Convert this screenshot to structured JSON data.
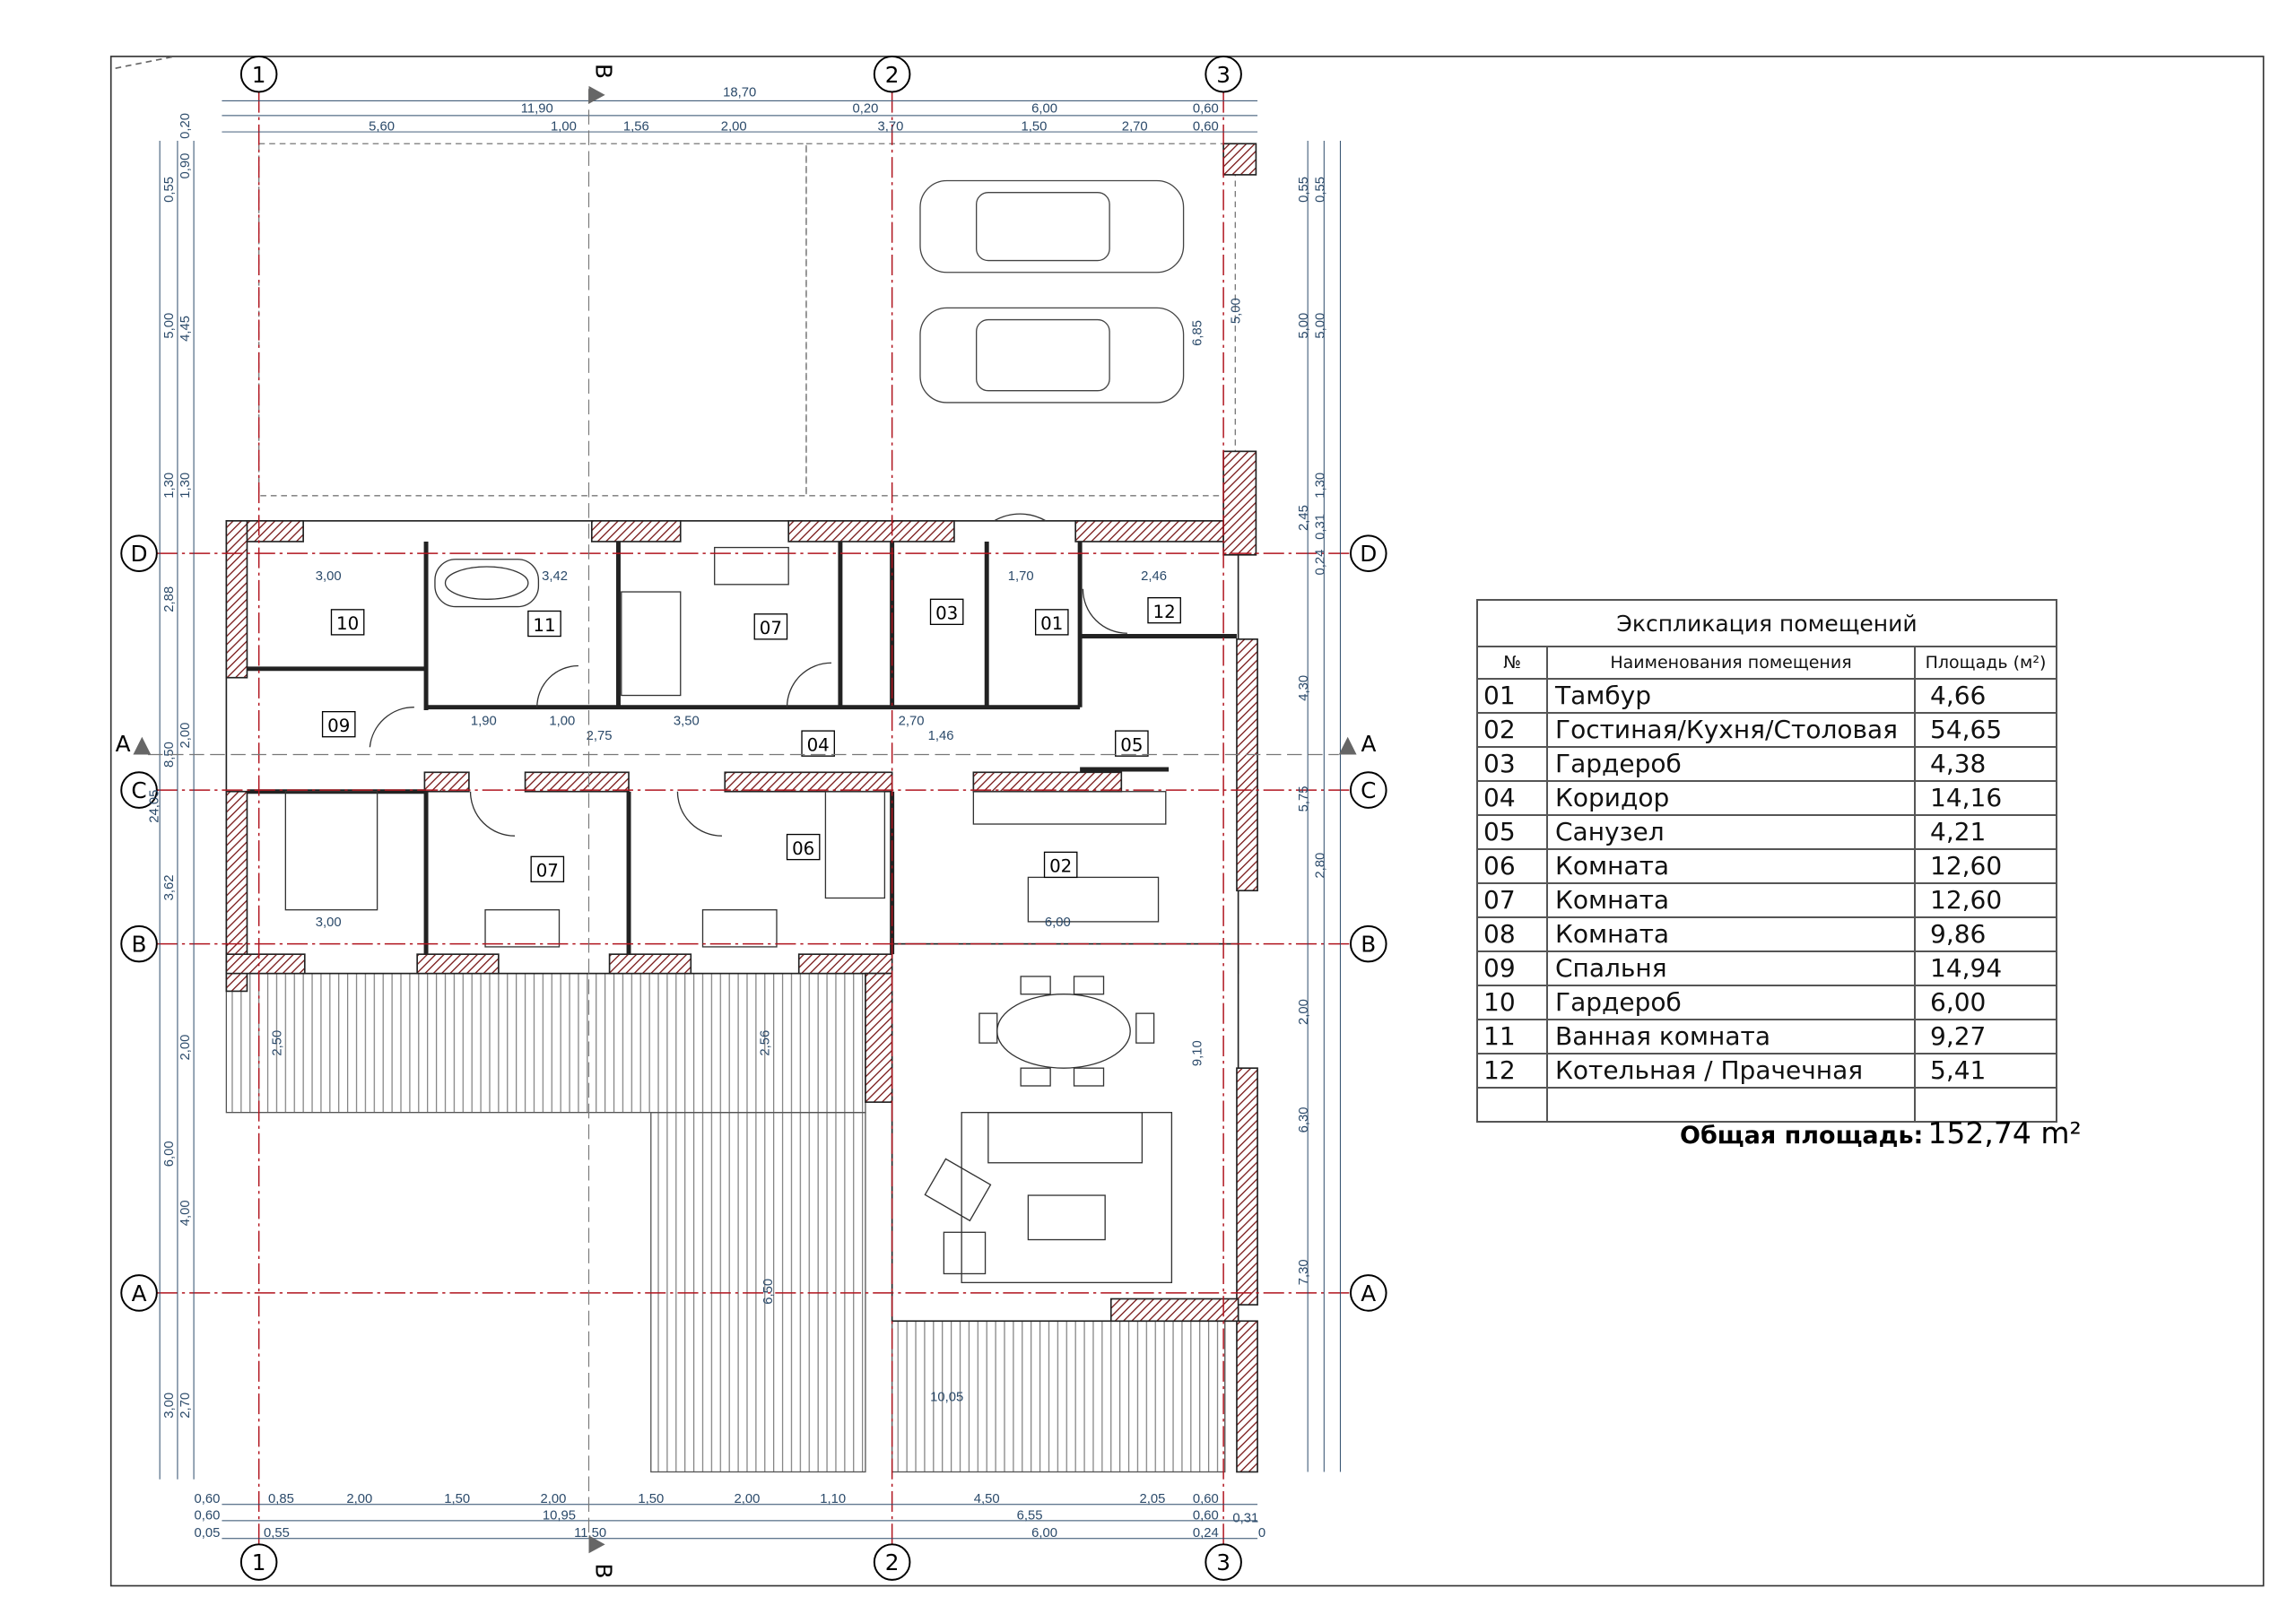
{
  "explication": {
    "title": "Экспликация помещений",
    "headers": {
      "num": "№",
      "name": "Наименования помещения",
      "area": "Площадь (м²)"
    },
    "rows": [
      {
        "num": "01",
        "name": "Тамбур",
        "area": "4,66"
      },
      {
        "num": "02",
        "name": "Гостиная/Кухня/Столовая",
        "area": "54,65"
      },
      {
        "num": "03",
        "name": "Гардероб",
        "area": "4,38"
      },
      {
        "num": "04",
        "name": "Коридор",
        "area": "14,16"
      },
      {
        "num": "05",
        "name": "Санузел",
        "area": "4,21"
      },
      {
        "num": "06",
        "name": "Комната",
        "area": "12,60"
      },
      {
        "num": "07",
        "name": "Комната",
        "area": "12,60"
      },
      {
        "num": "08",
        "name": "Комната",
        "area": "9,86"
      },
      {
        "num": "09",
        "name": "Спальня",
        "area": "14,94"
      },
      {
        "num": "10",
        "name": "Гардероб",
        "area": "6,00"
      },
      {
        "num": "11",
        "name": "Ванная комната",
        "area": "9,27"
      },
      {
        "num": "12",
        "name": "Котельная / Прачечная",
        "area": "5,41"
      }
    ],
    "total_label": "Общая площадь:",
    "total_value": "152,74 m²"
  },
  "grid_axes": {
    "vertical": [
      "1",
      "2",
      "3"
    ],
    "horizontal": [
      "D",
      "C",
      "B",
      "A"
    ]
  },
  "section_marks": {
    "horizontal": "A",
    "vertical": "B"
  },
  "room_labels": [
    "10",
    "11",
    "07",
    "03",
    "01",
    "12",
    "09",
    "04",
    "05",
    "07",
    "06",
    "02"
  ],
  "dimensions": {
    "top": [
      "18,70",
      "11,90",
      "0,20",
      "6,00",
      "0,60",
      "5,60",
      "1,00",
      "1,56",
      "2,00",
      "3,70",
      "1,50",
      "2,70",
      "0,60"
    ],
    "bottom": [
      "0,60",
      "0,85",
      "2,00",
      "1,50",
      "2,00",
      "1,50",
      "2,00",
      "1,10",
      "4,50",
      "2,05",
      "0,60",
      "0,60",
      "10,95",
      "6,55",
      "0,60",
      "0,31",
      "0,05",
      "0,55",
      "11,50",
      "6,00",
      "0,24",
      "0"
    ],
    "left": [
      "0,55",
      "5,00",
      "1,30",
      "2,88",
      "8,50",
      "24,05",
      "3,62",
      "6,00",
      "3,00",
      "0,20",
      "0,90",
      "4,45",
      "1,30",
      "2,00",
      "2,00",
      "4,00",
      "2,70"
    ],
    "right": [
      "0,55",
      "5,00",
      "2,45",
      "4,30",
      "5,75",
      "2,00",
      "6,30",
      "7,30",
      "0,55",
      "5,00",
      "1,30",
      "0,31",
      "0,24",
      "2,80"
    ],
    "interior": [
      "3,00",
      "3,42",
      "1,70",
      "2,46",
      "6,00",
      "3,00",
      "9,10",
      "6,50",
      "10,05",
      "2,56",
      "2,50",
      "6,85",
      "5,00",
      "1,90",
      "1,00",
      "2,75",
      "3,50",
      "2,70",
      "1,46"
    ]
  },
  "colors": {
    "axis": "#b0141e",
    "dimension": "#2b4a6a",
    "wall_hatch": "#8a1a1a"
  }
}
